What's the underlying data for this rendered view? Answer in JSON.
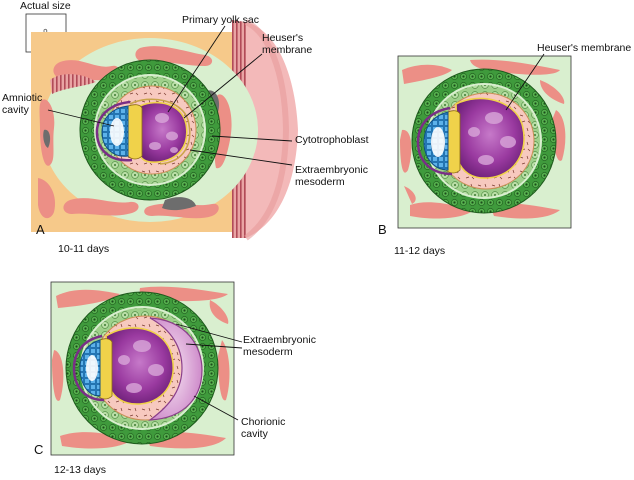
{
  "actual_size": "Actual size",
  "panel_a": {
    "letter": "A",
    "days": "10-11 days",
    "labels": {
      "primary_yolk_sac": "Primary yolk sac",
      "heusers_membrane": [
        "Heuser's",
        "membrane"
      ],
      "amniotic_cavity": [
        "Amniotic",
        "cavity"
      ],
      "cytotrophoblast": "Cytotrophoblast",
      "extraembryonic_mesoderm": [
        "Extraembryonic",
        "mesoderm"
      ]
    }
  },
  "panel_b": {
    "letter": "B",
    "days": "11-12 days",
    "labels": {
      "heusers_membrane": "Heuser's membrane"
    }
  },
  "panel_c": {
    "letter": "C",
    "days": "12-13 days",
    "labels": {
      "extraembryonic_mesoderm": [
        "Extraembryonic",
        "mesoderm"
      ],
      "chorionic_cavity": [
        "Chorionic",
        "cavity"
      ]
    }
  },
  "colors": {
    "endometrium_tan": "#f6c98a",
    "stroma_green": "#d9efcf",
    "lacunae_red": "#ec8f86",
    "cytotrophoblast_green": "#3f9a3c",
    "mesoderm_pink": "#f7c9bf",
    "yolk_purple": "#8c2f95",
    "amnion_blue": "#2c8fd6",
    "epiblast_yellow": "#f0d24a"
  },
  "icons": {
    "actual_size_marker": "blastocyst-dot-icon"
  }
}
